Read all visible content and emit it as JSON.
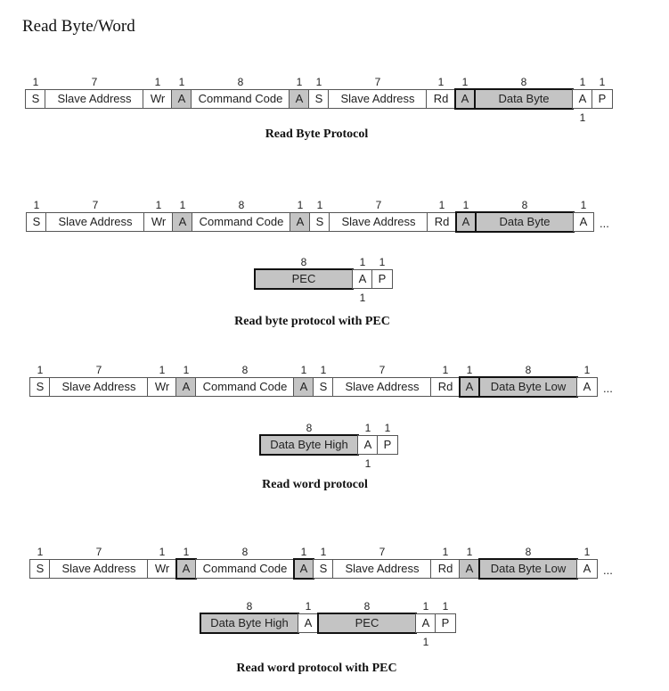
{
  "title": "Read Byte/Word",
  "diagrams": [
    {
      "caption": "Read Byte Protocol",
      "rows": [
        {
          "cells": [
            {
              "label": "S",
              "bits": "1"
            },
            {
              "label": "Slave Address",
              "bits": "7"
            },
            {
              "label": "Wr",
              "bits": "1"
            },
            {
              "label": "A",
              "bits": "1",
              "shaded": true
            },
            {
              "label": "Command Code",
              "bits": "8"
            },
            {
              "label": "A",
              "bits": "1",
              "shaded": true
            },
            {
              "label": "S",
              "bits": "1"
            },
            {
              "label": "Slave Address",
              "bits": "7"
            },
            {
              "label": "Rd",
              "bits": "1"
            },
            {
              "label": "A",
              "bits": "1",
              "shaded": true,
              "bold": true
            },
            {
              "label": "Data Byte",
              "bits": "8",
              "shaded": true,
              "bold": true
            },
            {
              "label": "A",
              "bits": "1",
              "bottom_bits": "1"
            },
            {
              "label": "P",
              "bits": "1"
            }
          ],
          "ellipsis": ""
        }
      ]
    },
    {
      "caption": "Read byte protocol with PEC",
      "rows": [
        {
          "cells": [
            {
              "label": "S",
              "bits": "1"
            },
            {
              "label": "Slave Address",
              "bits": "7"
            },
            {
              "label": "Wr",
              "bits": "1"
            },
            {
              "label": "A",
              "bits": "1",
              "shaded": true
            },
            {
              "label": "Command Code",
              "bits": "8"
            },
            {
              "label": "A",
              "bits": "1",
              "shaded": true
            },
            {
              "label": "S",
              "bits": "1"
            },
            {
              "label": "Slave Address",
              "bits": "7"
            },
            {
              "label": "Rd",
              "bits": "1"
            },
            {
              "label": "A",
              "bits": "1",
              "shaded": true,
              "bold": true
            },
            {
              "label": "Data Byte",
              "bits": "8",
              "shaded": true,
              "bold": true
            },
            {
              "label": "A",
              "bits": "1"
            }
          ],
          "ellipsis": "..."
        },
        {
          "cells": [
            {
              "label": "PEC",
              "bits": "8",
              "shaded": true,
              "bold": true
            },
            {
              "label": "A",
              "bits": "1",
              "bottom_bits": "1"
            },
            {
              "label": "P",
              "bits": "1"
            }
          ],
          "ellipsis": ""
        }
      ]
    },
    {
      "caption": "Read word protocol",
      "rows": [
        {
          "cells": [
            {
              "label": "S",
              "bits": "1"
            },
            {
              "label": "Slave Address",
              "bits": "7"
            },
            {
              "label": "Wr",
              "bits": "1"
            },
            {
              "label": "A",
              "bits": "1",
              "shaded": true
            },
            {
              "label": "Command Code",
              "bits": "8"
            },
            {
              "label": "A",
              "bits": "1",
              "shaded": true
            },
            {
              "label": "S",
              "bits": "1"
            },
            {
              "label": "Slave Address",
              "bits": "7"
            },
            {
              "label": "Rd",
              "bits": "1"
            },
            {
              "label": "A",
              "bits": "1",
              "shaded": true,
              "bold": true
            },
            {
              "label": "Data Byte Low",
              "bits": "8",
              "shaded": true,
              "bold": true
            },
            {
              "label": "A",
              "bits": "1"
            }
          ],
          "ellipsis": "..."
        },
        {
          "cells": [
            {
              "label": "Data Byte High",
              "bits": "8",
              "shaded": true,
              "bold": true
            },
            {
              "label": "A",
              "bits": "1",
              "bottom_bits": "1"
            },
            {
              "label": "P",
              "bits": "1"
            }
          ],
          "ellipsis": ""
        }
      ]
    },
    {
      "caption": "Read word protocol with PEC",
      "rows": [
        {
          "cells": [
            {
              "label": "S",
              "bits": "1"
            },
            {
              "label": "Slave Address",
              "bits": "7"
            },
            {
              "label": "Wr",
              "bits": "1"
            },
            {
              "label": "A",
              "bits": "1",
              "shaded": true,
              "bold": true
            },
            {
              "label": "Command Code",
              "bits": "8"
            },
            {
              "label": "A",
              "bits": "1",
              "shaded": true,
              "bold": true
            },
            {
              "label": "S",
              "bits": "1"
            },
            {
              "label": "Slave Address",
              "bits": "7"
            },
            {
              "label": "Rd",
              "bits": "1"
            },
            {
              "label": "A",
              "bits": "1",
              "shaded": true
            },
            {
              "label": "Data Byte Low",
              "bits": "8",
              "shaded": true,
              "bold": true
            },
            {
              "label": "A",
              "bits": "1"
            }
          ],
          "ellipsis": "..."
        },
        {
          "cells": [
            {
              "label": "Data Byte High",
              "bits": "8",
              "shaded": true,
              "bold": true
            },
            {
              "label": "A",
              "bits": "1"
            },
            {
              "label": "PEC",
              "bits": "8",
              "shaded": true,
              "bold": true
            },
            {
              "label": "A",
              "bits": "1",
              "bottom_bits": "1"
            },
            {
              "label": "P",
              "bits": "1"
            }
          ],
          "ellipsis": ""
        }
      ]
    }
  ]
}
